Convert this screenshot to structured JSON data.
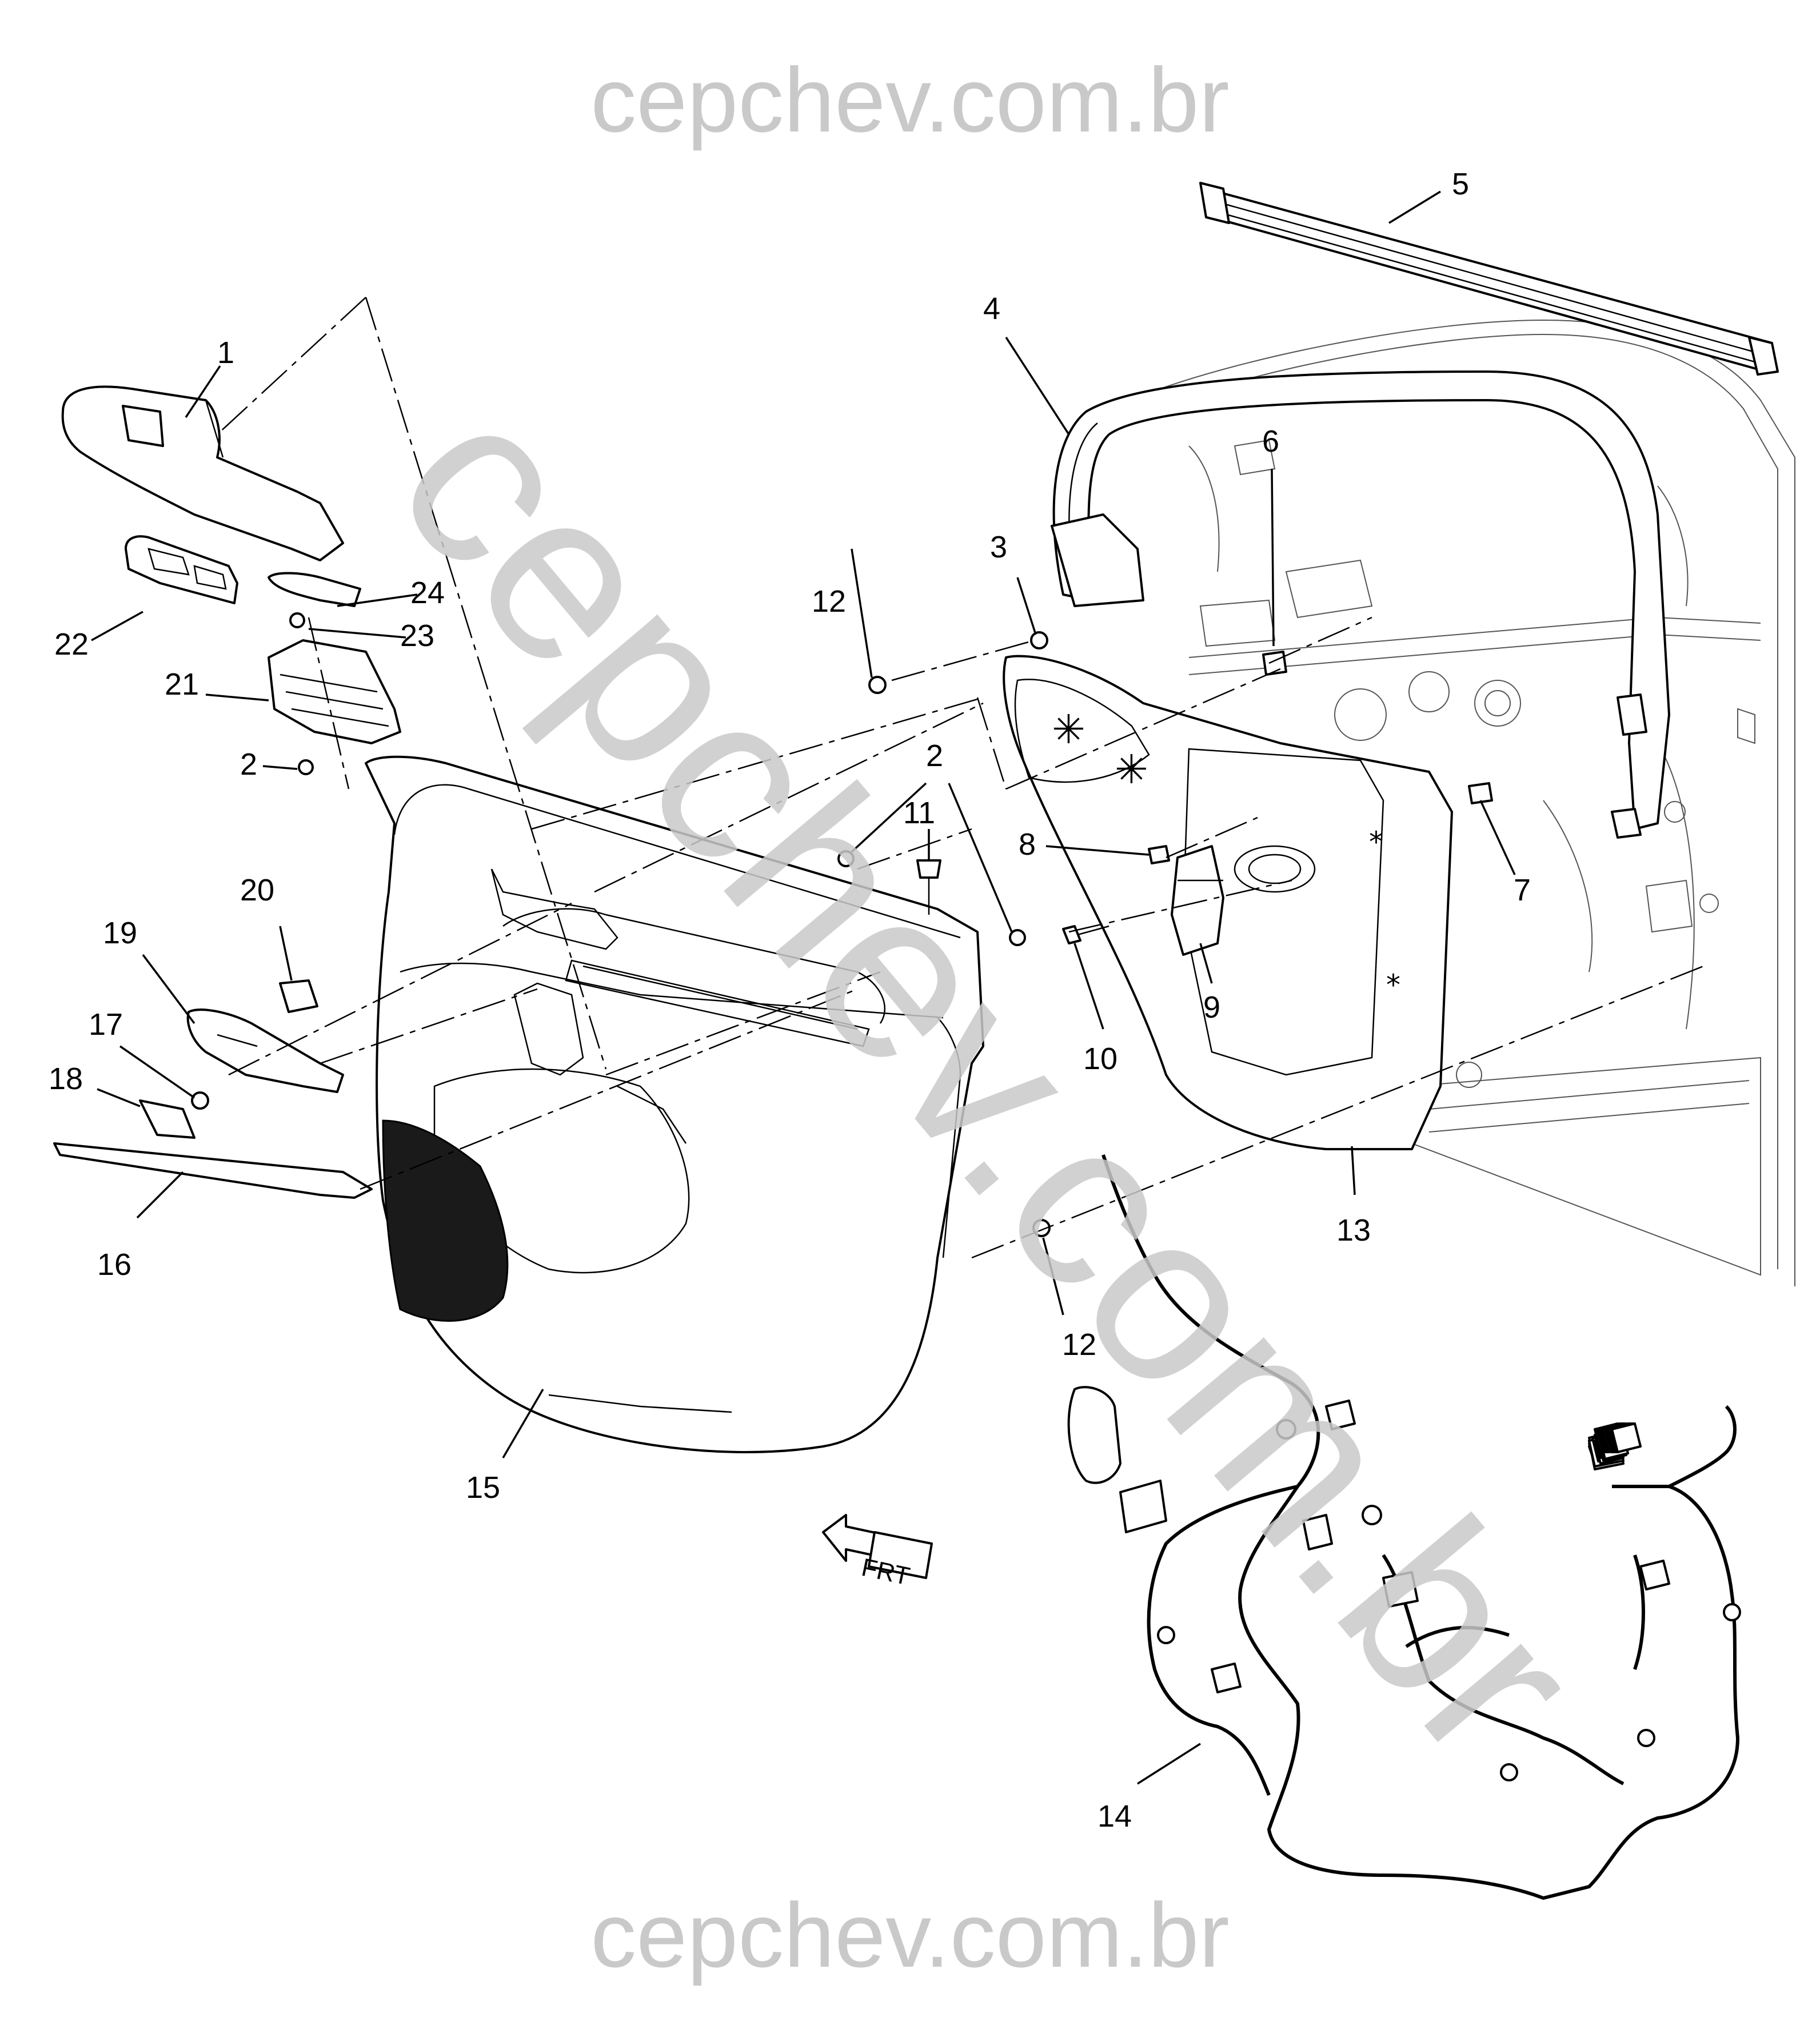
{
  "watermark": {
    "top": "cepchev.com.br",
    "bottom": "cepchev.com.br",
    "diagonal": "cepchev.com.br"
  },
  "direction_marker": {
    "label": "FRT",
    "icon": "front-arrow-icon"
  },
  "callouts": {
    "c1": "1",
    "c2a": "2",
    "c2b": "2",
    "c3": "3",
    "c4": "4",
    "c5": "5",
    "c6": "6",
    "c7": "7",
    "c8": "8",
    "c9": "9",
    "c10": "10",
    "c11": "11",
    "c12a": "12",
    "c12b": "12",
    "c13": "13",
    "c14": "14",
    "c15": "15",
    "c16": "16",
    "c17": "17",
    "c18": "18",
    "c19": "19",
    "c20": "20",
    "c21": "21",
    "c22": "22",
    "c23": "23",
    "c24": "24"
  },
  "colors": {
    "line": "#000000",
    "watermark": "#c9c9c9",
    "background": "#ffffff"
  }
}
